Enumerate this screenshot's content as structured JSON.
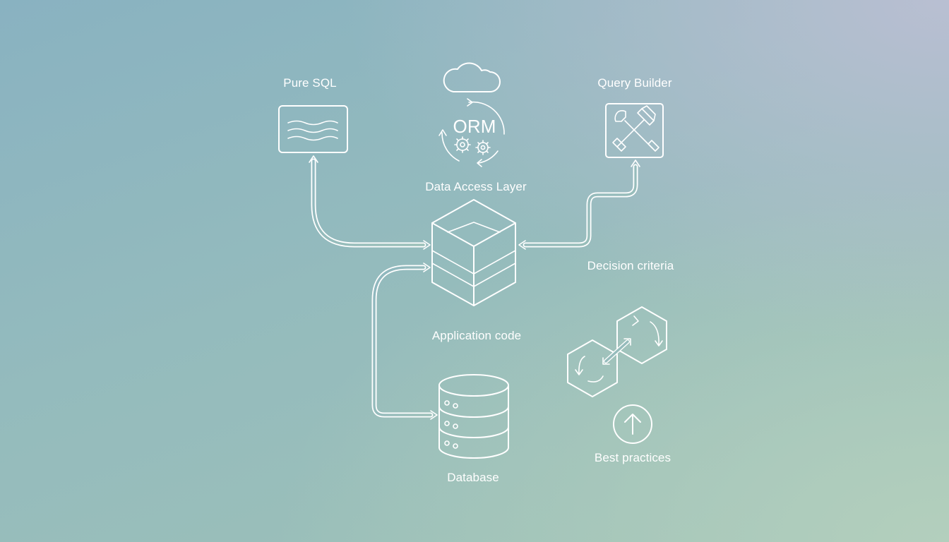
{
  "labels": {
    "pure_sql": "Pure SQL",
    "query_builder": "Query Builder",
    "orm": "ORM",
    "data_access_layer": "Data Access Layer",
    "decision_criteria": "Decision criteria",
    "application_code": "Application code",
    "database": "Database",
    "best_practices": "Best practices"
  },
  "icons": {
    "pure_sql": "text-document-icon",
    "orm": "orm-cycle-icon",
    "cloud": "cloud-icon",
    "query_builder": "wrench-hammer-icon",
    "data_access_layer": "layered-cube-icon",
    "database": "database-icon",
    "best_practices": "arrow-up-circle-icon",
    "swap": "hexagon-swap-icon"
  },
  "colors": {
    "line": "#ffffff",
    "background_start": "#89b2c1",
    "background_end": "#9fc2b7"
  }
}
